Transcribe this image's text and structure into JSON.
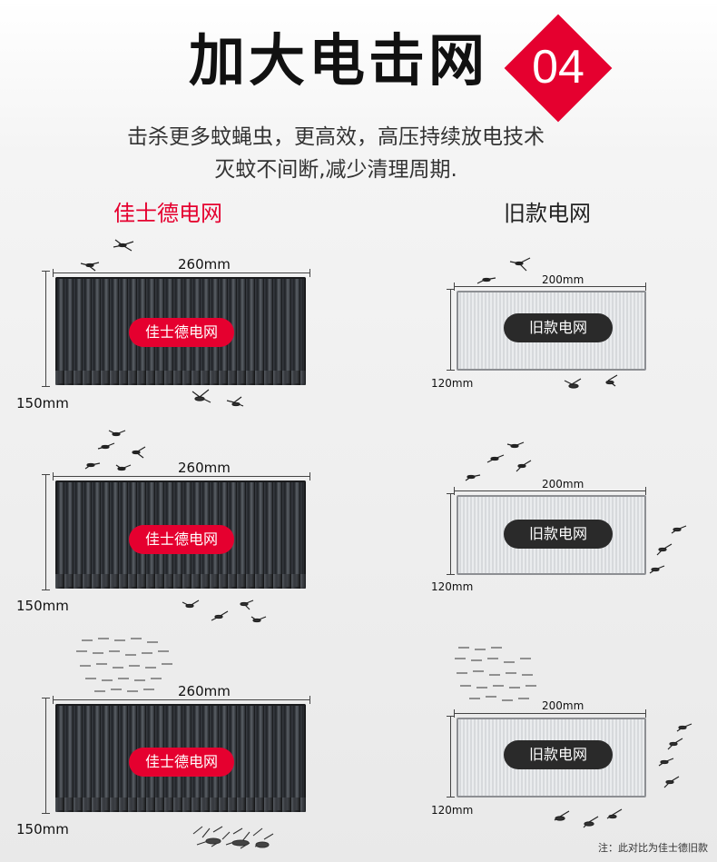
{
  "header": {
    "title": "加大电击网",
    "badge": "04",
    "subtitle_line1": "击杀更多蚊蝇虫，更高效，高压持续放电技术",
    "subtitle_line2": "灭蚊不间断,减少清理周期."
  },
  "columns": {
    "new_label": "佳士德电网",
    "old_label": "旧款电网"
  },
  "new_grid": {
    "width_label": "260mm",
    "height_label": "150mm",
    "pill_label": "佳士德电网"
  },
  "old_grid": {
    "width_label": "200mm",
    "height_label": "120mm",
    "pill_label": "旧款电网"
  },
  "footnote": "注：此对比为佳士德旧款",
  "colors": {
    "accent": "#e5002f",
    "dark_grid": "#1f2226",
    "old_grid": "#d4d6d9"
  }
}
